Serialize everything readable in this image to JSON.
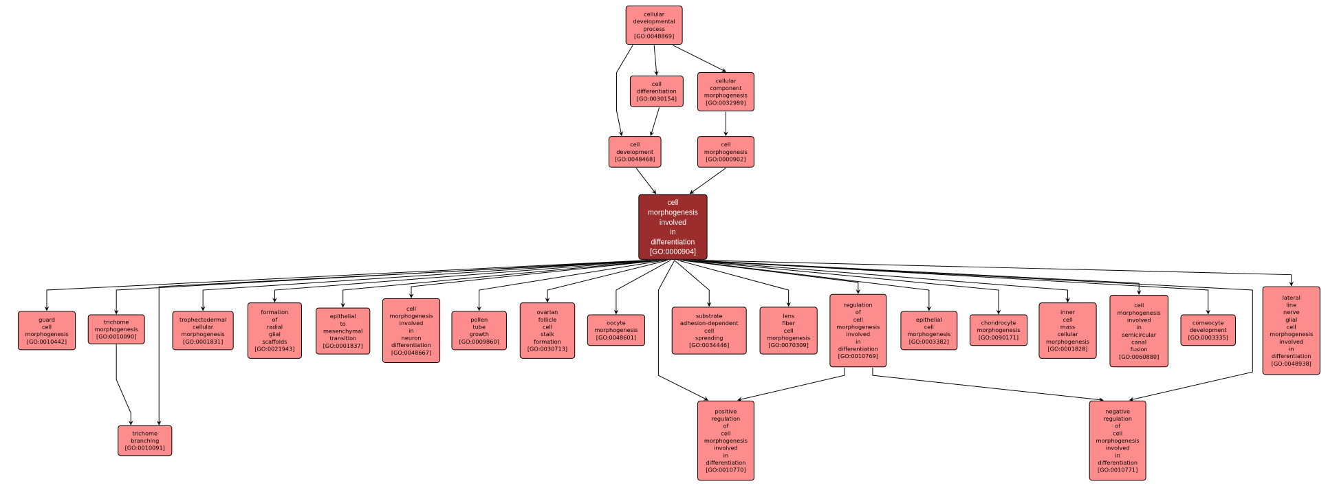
{
  "colors": {
    "node_fill": "#fd8c8c",
    "focus_fill": "#9b2d2d",
    "edge": "#000000"
  },
  "nodes": [
    {
      "id": "GO:0048869",
      "label": "cellular developmental process"
    },
    {
      "id": "GO:0030154",
      "label": "cell differentiation"
    },
    {
      "id": "GO:0032989",
      "label": "cellular component morphogenesis"
    },
    {
      "id": "GO:0048468",
      "label": "cell development"
    },
    {
      "id": "GO:0000902",
      "label": "cell morphogenesis"
    },
    {
      "id": "GO:0000904",
      "label": "cell morphogenesis involved in differentiation",
      "focus": true
    },
    {
      "id": "GO:0010442",
      "label": "guard cell morphogenesis"
    },
    {
      "id": "GO:0010090",
      "label": "trichome morphogenesis"
    },
    {
      "id": "GO:0010091",
      "label": "trichome branching"
    },
    {
      "id": "GO:0001831",
      "label": "trophectodermal cellular morphogenesis"
    },
    {
      "id": "GO:0021943",
      "label": "formation of radial glial scaffolds"
    },
    {
      "id": "GO:0001837",
      "label": "epithelial to mesenchymal transition"
    },
    {
      "id": "GO:0048667",
      "label": "cell morphogenesis involved in neuron differentiation"
    },
    {
      "id": "GO:0009860",
      "label": "pollen tube growth"
    },
    {
      "id": "GO:0030713",
      "label": "ovarian follicle cell stalk formation"
    },
    {
      "id": "GO:0048601",
      "label": "oocyte morphogenesis"
    },
    {
      "id": "GO:0034446",
      "label": "substrate adhesion-dependent cell spreading"
    },
    {
      "id": "GO:0070309",
      "label": "lens fiber cell morphogenesis"
    },
    {
      "id": "GO:0010769",
      "label": "regulation of cell morphogenesis involved in differentiation"
    },
    {
      "id": "GO:0003382",
      "label": "epithelial cell morphogenesis"
    },
    {
      "id": "GO:0090171",
      "label": "chondrocyte morphogenesis"
    },
    {
      "id": "GO:0001828",
      "label": "inner cell mass cellular morphogenesis"
    },
    {
      "id": "GO:0060880",
      "label": "cell morphogenesis involved in semicircular canal fusion"
    },
    {
      "id": "GO:0003335",
      "label": "corneocyte development"
    },
    {
      "id": "GO:0048938",
      "label": "lateral line nerve glial cell morphogenesis involved in differentiation"
    },
    {
      "id": "GO:0010770",
      "label": "positive regulation of cell morphogenesis involved in differentiation"
    },
    {
      "id": "GO:0010771",
      "label": "negative regulation of cell morphogenesis involved in differentiation"
    }
  ],
  "edges": [
    [
      "GO:0048869",
      "GO:0048468"
    ],
    [
      "GO:0048869",
      "GO:0030154"
    ],
    [
      "GO:0048869",
      "GO:0032989"
    ],
    [
      "GO:0030154",
      "GO:0048468"
    ],
    [
      "GO:0032989",
      "GO:0000902"
    ],
    [
      "GO:0048468",
      "GO:0000904"
    ],
    [
      "GO:0000902",
      "GO:0000904"
    ],
    [
      "GO:0000904",
      "GO:0010442"
    ],
    [
      "GO:0000904",
      "GO:0010090"
    ],
    [
      "GO:0000904",
      "GO:0010091"
    ],
    [
      "GO:0000904",
      "GO:0001831"
    ],
    [
      "GO:0000904",
      "GO:0021943"
    ],
    [
      "GO:0000904",
      "GO:0001837"
    ],
    [
      "GO:0000904",
      "GO:0048667"
    ],
    [
      "GO:0000904",
      "GO:0009860"
    ],
    [
      "GO:0000904",
      "GO:0030713"
    ],
    [
      "GO:0000904",
      "GO:0048601"
    ],
    [
      "GO:0000904",
      "GO:0010770"
    ],
    [
      "GO:0000904",
      "GO:0034446"
    ],
    [
      "GO:0000904",
      "GO:0070309"
    ],
    [
      "GO:0000904",
      "GO:0010769"
    ],
    [
      "GO:0000904",
      "GO:0003382"
    ],
    [
      "GO:0000904",
      "GO:0090171"
    ],
    [
      "GO:0000904",
      "GO:0001828"
    ],
    [
      "GO:0000904",
      "GO:0060880"
    ],
    [
      "GO:0000904",
      "GO:0003335"
    ],
    [
      "GO:0000904",
      "GO:0010771"
    ],
    [
      "GO:0000904",
      "GO:0048938"
    ],
    [
      "GO:0010090",
      "GO:0010091"
    ],
    [
      "GO:0010769",
      "GO:0010770"
    ],
    [
      "GO:0010769",
      "GO:0010771"
    ]
  ]
}
